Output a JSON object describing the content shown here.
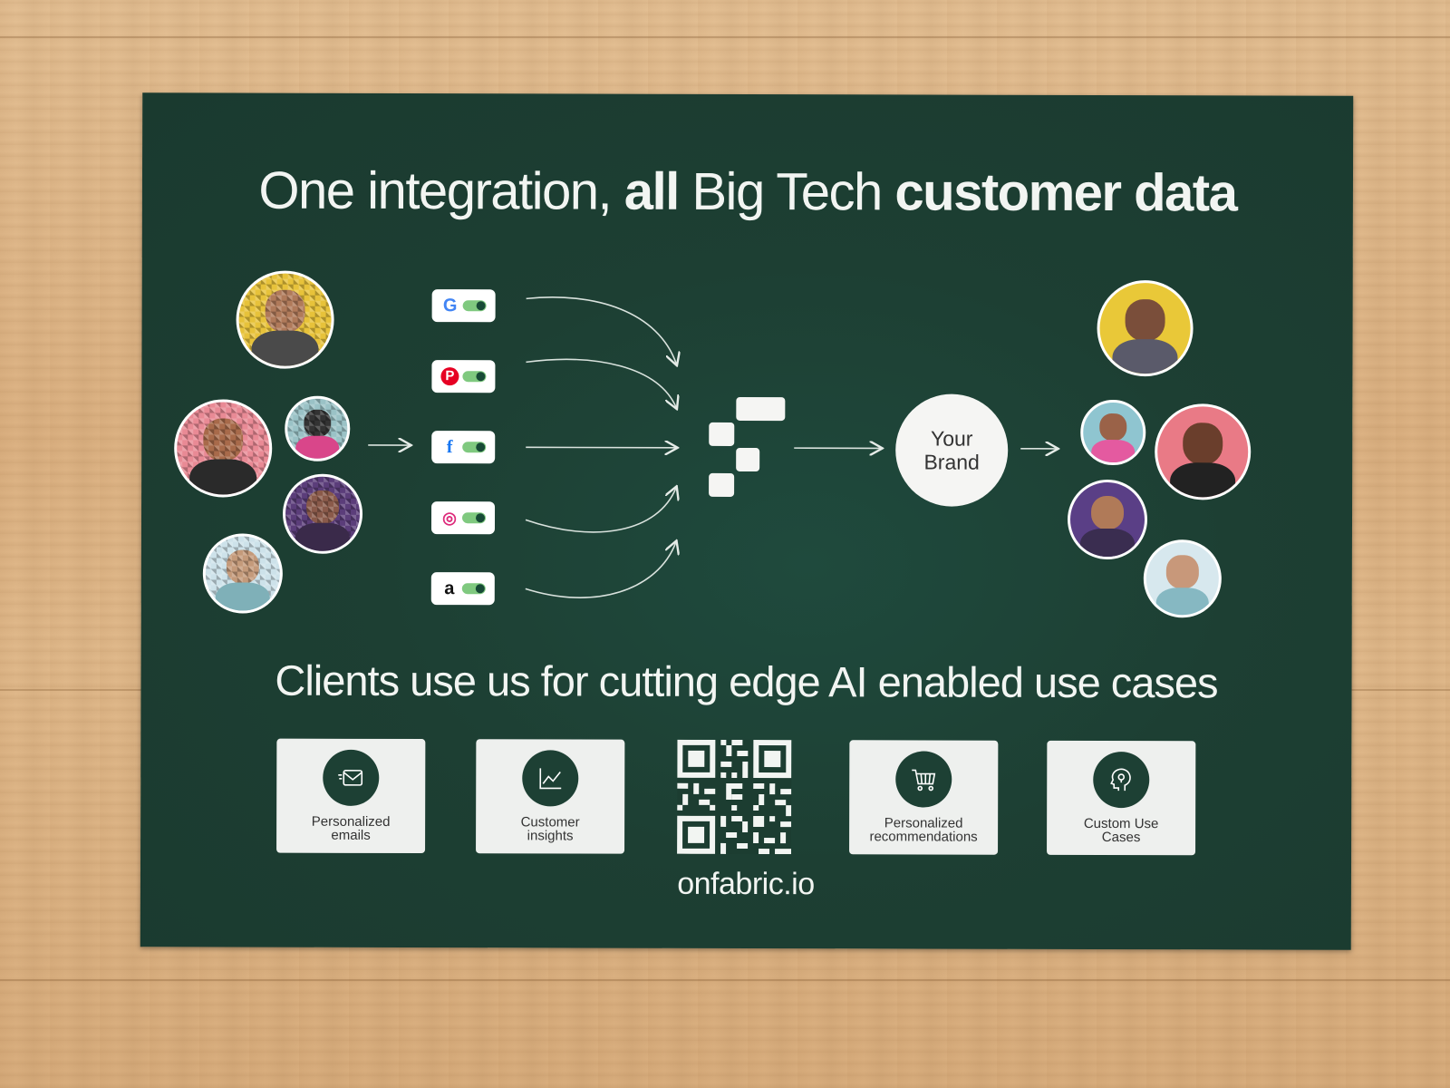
{
  "headline": {
    "part1": "One integration, ",
    "part2": "all",
    "part3": " Big Tech ",
    "part4": "customer data"
  },
  "brand_circle": {
    "line1": "Your",
    "line2": "Brand"
  },
  "sources": [
    {
      "icon": "google-icon",
      "glyph": "G",
      "color": "#4285F4"
    },
    {
      "icon": "pinterest-icon",
      "glyph": "P",
      "color": "#E60023"
    },
    {
      "icon": "facebook-icon",
      "glyph": "f",
      "color": "#1877F2"
    },
    {
      "icon": "instagram-icon",
      "glyph": "◎",
      "color": "#DD2A7B"
    },
    {
      "icon": "amazon-icon",
      "glyph": "a",
      "color": "#111111"
    }
  ],
  "subhead": "Clients use us for cutting edge AI enabled use cases",
  "use_cases": [
    {
      "icon": "email-icon",
      "line1": "Personalized",
      "line2": "emails"
    },
    {
      "icon": "chart-icon",
      "line1": "Customer",
      "line2": "insights"
    },
    {
      "icon": "cart-icon",
      "line1": "Personalized",
      "line2": "recommendations"
    },
    {
      "icon": "brain-icon",
      "line1": "Custom Use",
      "line2": "Cases"
    }
  ],
  "url": "onfabric.io",
  "colors": {
    "card_green": "#1d3f33",
    "toggle_green": "#7fc97f",
    "text_light": "#f2f5f2"
  }
}
